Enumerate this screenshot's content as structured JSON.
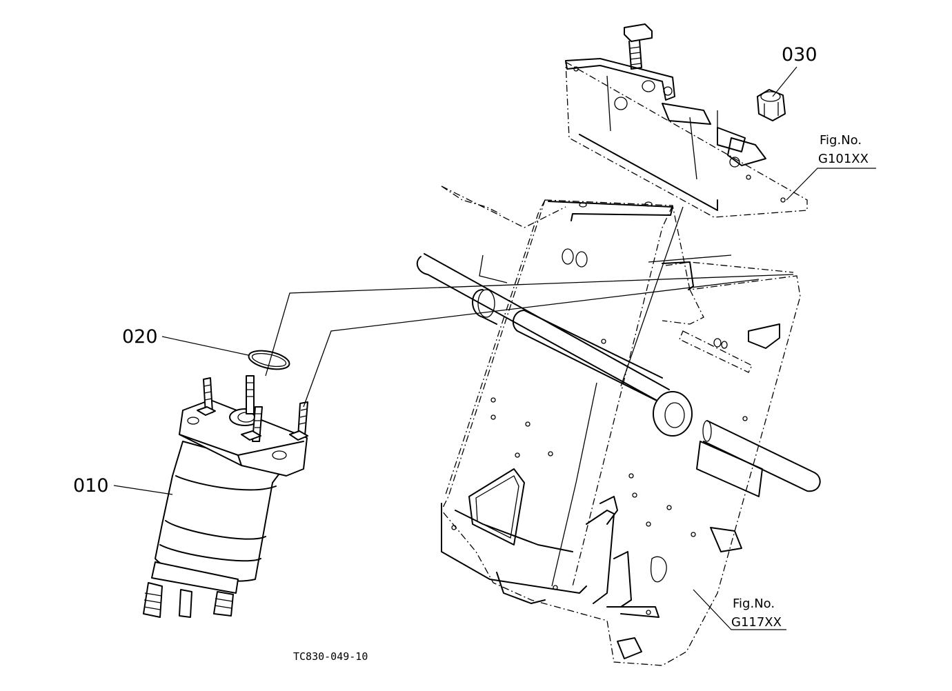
{
  "parts": [
    {
      "number": "010"
    },
    {
      "number": "020"
    },
    {
      "number": "030"
    }
  ],
  "figure_refs": [
    {
      "line1": "Fig.No.",
      "line2": "G101XX"
    },
    {
      "line1": "Fig.No.",
      "line2": "G117XX"
    }
  ],
  "drawing_code": "TC830-049-10"
}
